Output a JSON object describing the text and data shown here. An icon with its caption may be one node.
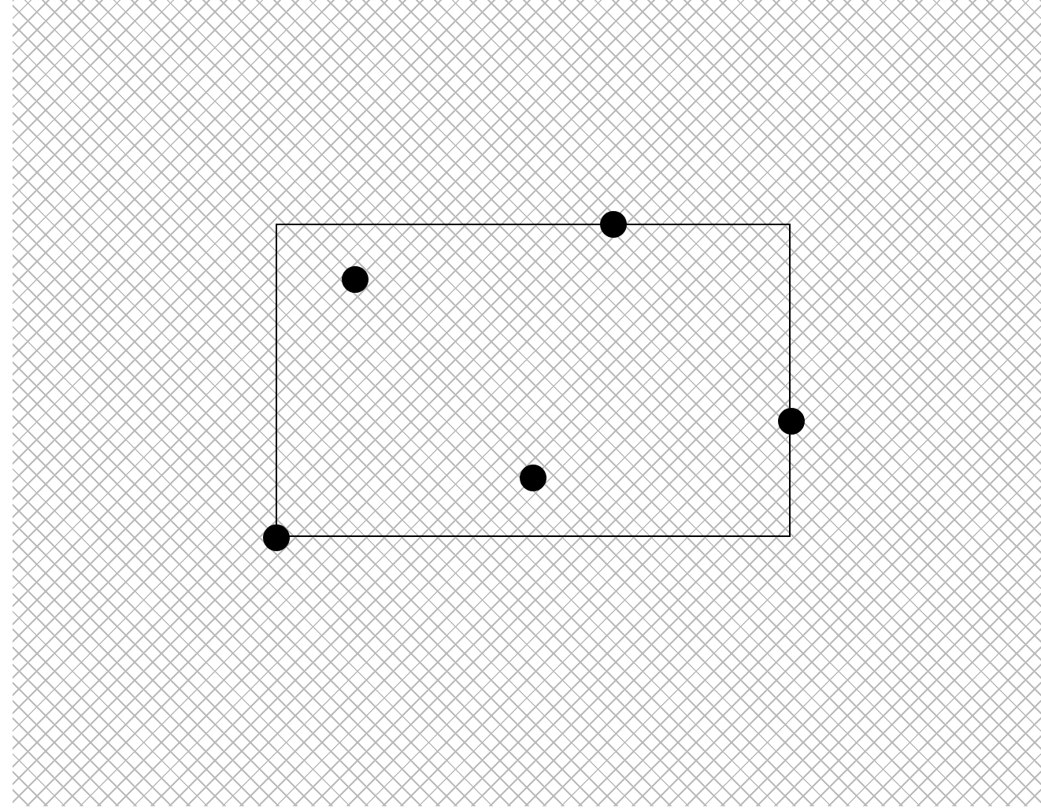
{
  "diagram": {
    "nodes": [
      {
        "text": [],
        "shape": "box"
      },
      {
        "text": [],
        "shape": "circle"
      },
      {
        "text": [],
        "shape": "circle",
        "in": 0
      },
      {
        "text": [],
        "shape": "circle"
      },
      {
        "text": [],
        "shape": "circle",
        "in": 0
      },
      {
        "text": [],
        "shape": "circle"
      }
    ]
  }
}
